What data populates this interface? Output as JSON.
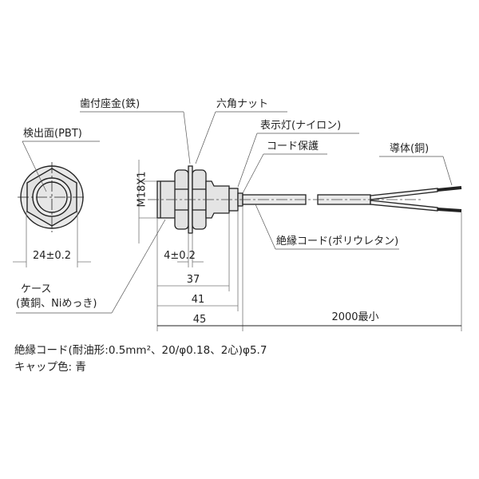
{
  "diagram": {
    "labels": {
      "washer": "歯付座金(鉄)",
      "hex_nut": "六角ナット",
      "sensing_face": "検出面(PBT)",
      "indicator": "表示灯(ナイロン)",
      "cord_protector": "コード保護",
      "conductor": "導体(銅)",
      "insulated_cord": "絶縁コード(ポリウレタン)",
      "case_line1": "ケース",
      "case_line2": "(黄銅、Niめっき)"
    },
    "dimensions": {
      "thread": "M18X1",
      "nut_width": "24±0.2",
      "nut_thickness": "4±0.2",
      "len_37": "37",
      "len_41": "41",
      "len_45": "45",
      "cord_length": "2000最小"
    },
    "notes": {
      "cord_spec": "絶縁コード(耐油形:0.5mm²、20/φ0.18、2心)φ5.7",
      "cap_color": "キャップ色: 青"
    },
    "colors": {
      "line": "#222222",
      "fill": "#e6e6e6",
      "dim_line": "#777777"
    }
  }
}
